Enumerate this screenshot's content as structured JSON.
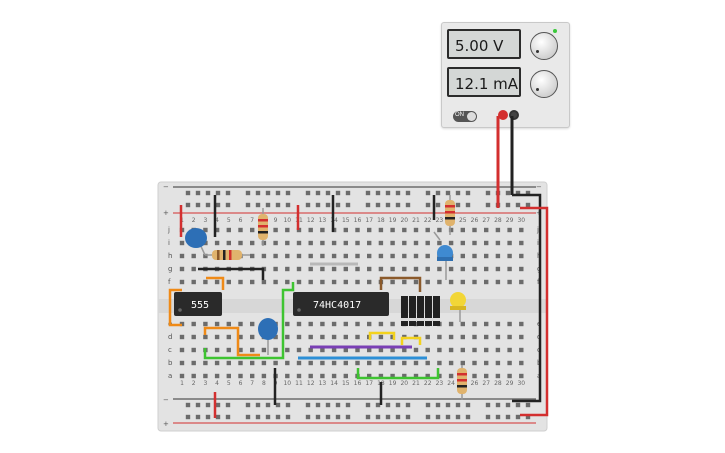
{
  "power_supply": {
    "voltage_display": "5.00 V",
    "current_display": "12.1 mA",
    "switch_label": "ON"
  },
  "breadboard": {
    "column_numbers": [
      "1",
      "2",
      "3",
      "4",
      "5",
      "6",
      "7",
      "8",
      "9",
      "10",
      "11",
      "12",
      "13",
      "14",
      "15",
      "16",
      "17",
      "18",
      "19",
      "20",
      "21",
      "22",
      "23",
      "24",
      "25",
      "26",
      "27",
      "28",
      "29",
      "30"
    ],
    "row_letters_top": [
      "j",
      "i",
      "h",
      "g",
      "f"
    ],
    "row_letters_bottom": [
      "e",
      "d",
      "c",
      "b",
      "a"
    ],
    "rail_plus": "+",
    "rail_minus": "−"
  },
  "chips": {
    "timer_label": "555",
    "counter_label": "74HC4017"
  },
  "colors": {
    "wire_red": "#d32f2f",
    "wire_black": "#222222",
    "wire_orange": "#ef8a17",
    "wire_green": "#3ec431",
    "wire_purple": "#7a3fb5",
    "wire_blue": "#2c8fd6",
    "wire_yellow": "#f3d21c",
    "wire_gray": "#b8b8b8",
    "wire_brown": "#8b5a2b",
    "chip": "#2a2a2a",
    "capacitor": "#2d6fb6"
  }
}
